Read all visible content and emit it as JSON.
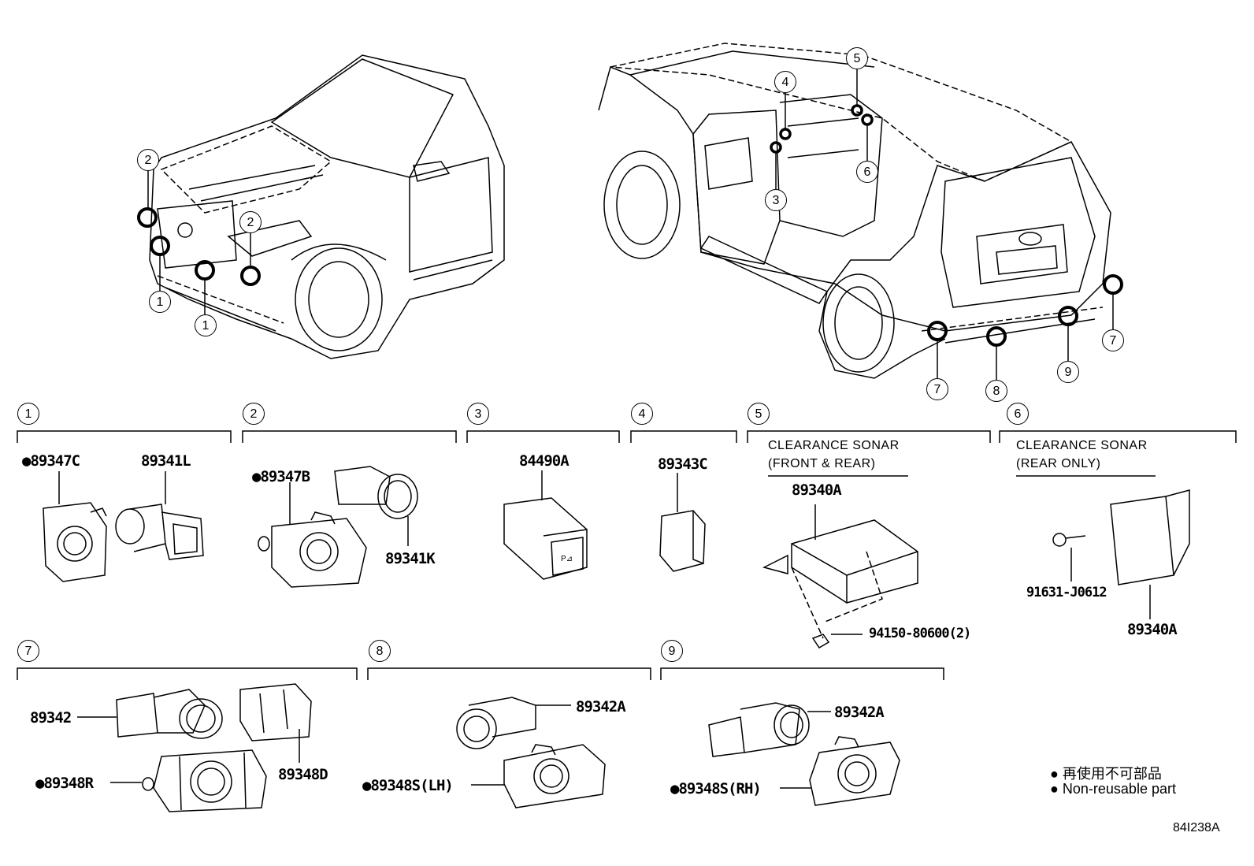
{
  "callouts": [
    "1",
    "2",
    "3",
    "4",
    "5",
    "6",
    "7",
    "8",
    "9"
  ],
  "parts": {
    "p89347C": "●89347C",
    "p89341L": "89341L",
    "p89347B": "●89347B",
    "p89341K": "89341K",
    "p84490A": "84490A",
    "p89343C": "89343C",
    "p89340A_front": "89340A",
    "p94150": "94150-80600(2)",
    "p91631": "91631-J0612",
    "p89340A_rear": "89340A",
    "p89342": "89342",
    "p89348D": "89348D",
    "p89348R": "●89348R",
    "p89342A_lh": "89342A",
    "p89348S_lh": "●89348S(LH)",
    "p89342A_rh": "89342A",
    "p89348S_rh": "●89348S(RH)"
  },
  "captions": {
    "sec5_line1": "CLEARANCE SONAR",
    "sec5_line2": "(FRONT & REAR)",
    "sec6_line1": "CLEARANCE SONAR",
    "sec6_line2": "(REAR ONLY)"
  },
  "legend": {
    "jp": "再使用不可部品",
    "en": "Non-reusable part",
    "bullet": "●"
  },
  "diagram_code": "84I238A"
}
